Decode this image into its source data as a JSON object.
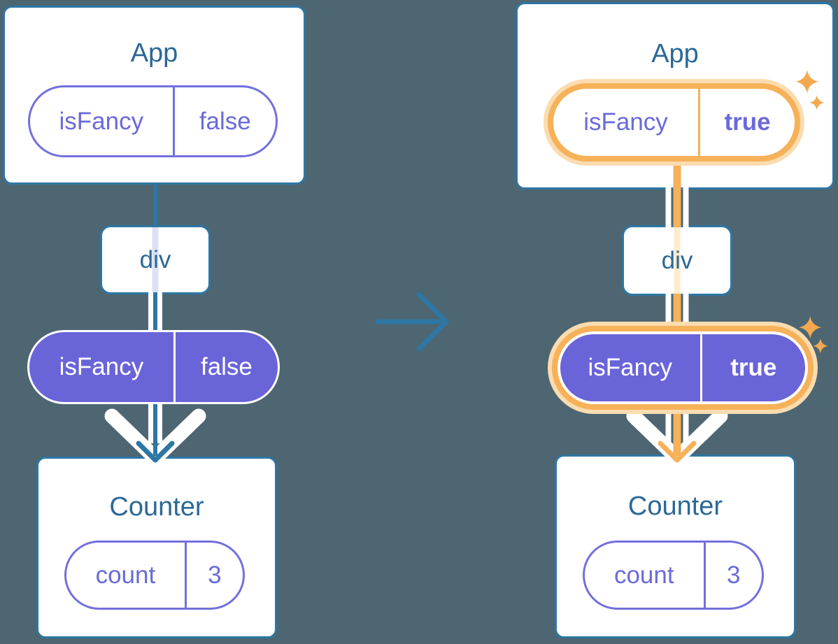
{
  "colors": {
    "background": "#4D6671",
    "card_border_blue": "#2E76A4",
    "title_text_blue": "#2C6896",
    "pill_purple_fill": "#6A64D9",
    "pill_purple_text": "#6A6ADB",
    "highlight_orange": "#F6B159",
    "highlight_orange_glow": "#FBDCB0",
    "arrow_white": "#FFFFFF"
  },
  "icons": {
    "transition_arrow": "right-arrow",
    "sparkle": "four-point-star",
    "flow_arrowhead": "chevron-down"
  },
  "before": {
    "app": {
      "title": "App",
      "prop": {
        "name": "isFancy",
        "value": "false"
      }
    },
    "div": {
      "label": "div"
    },
    "passed_prop": {
      "name": "isFancy",
      "value": "false"
    },
    "counter": {
      "title": "Counter",
      "state": {
        "name": "count",
        "value": "3"
      }
    }
  },
  "after": {
    "app": {
      "title": "App",
      "prop": {
        "name": "isFancy",
        "value": "true"
      }
    },
    "div": {
      "label": "div"
    },
    "passed_prop": {
      "name": "isFancy",
      "value": "true"
    },
    "counter": {
      "title": "Counter",
      "state": {
        "name": "count",
        "value": "3"
      }
    }
  }
}
